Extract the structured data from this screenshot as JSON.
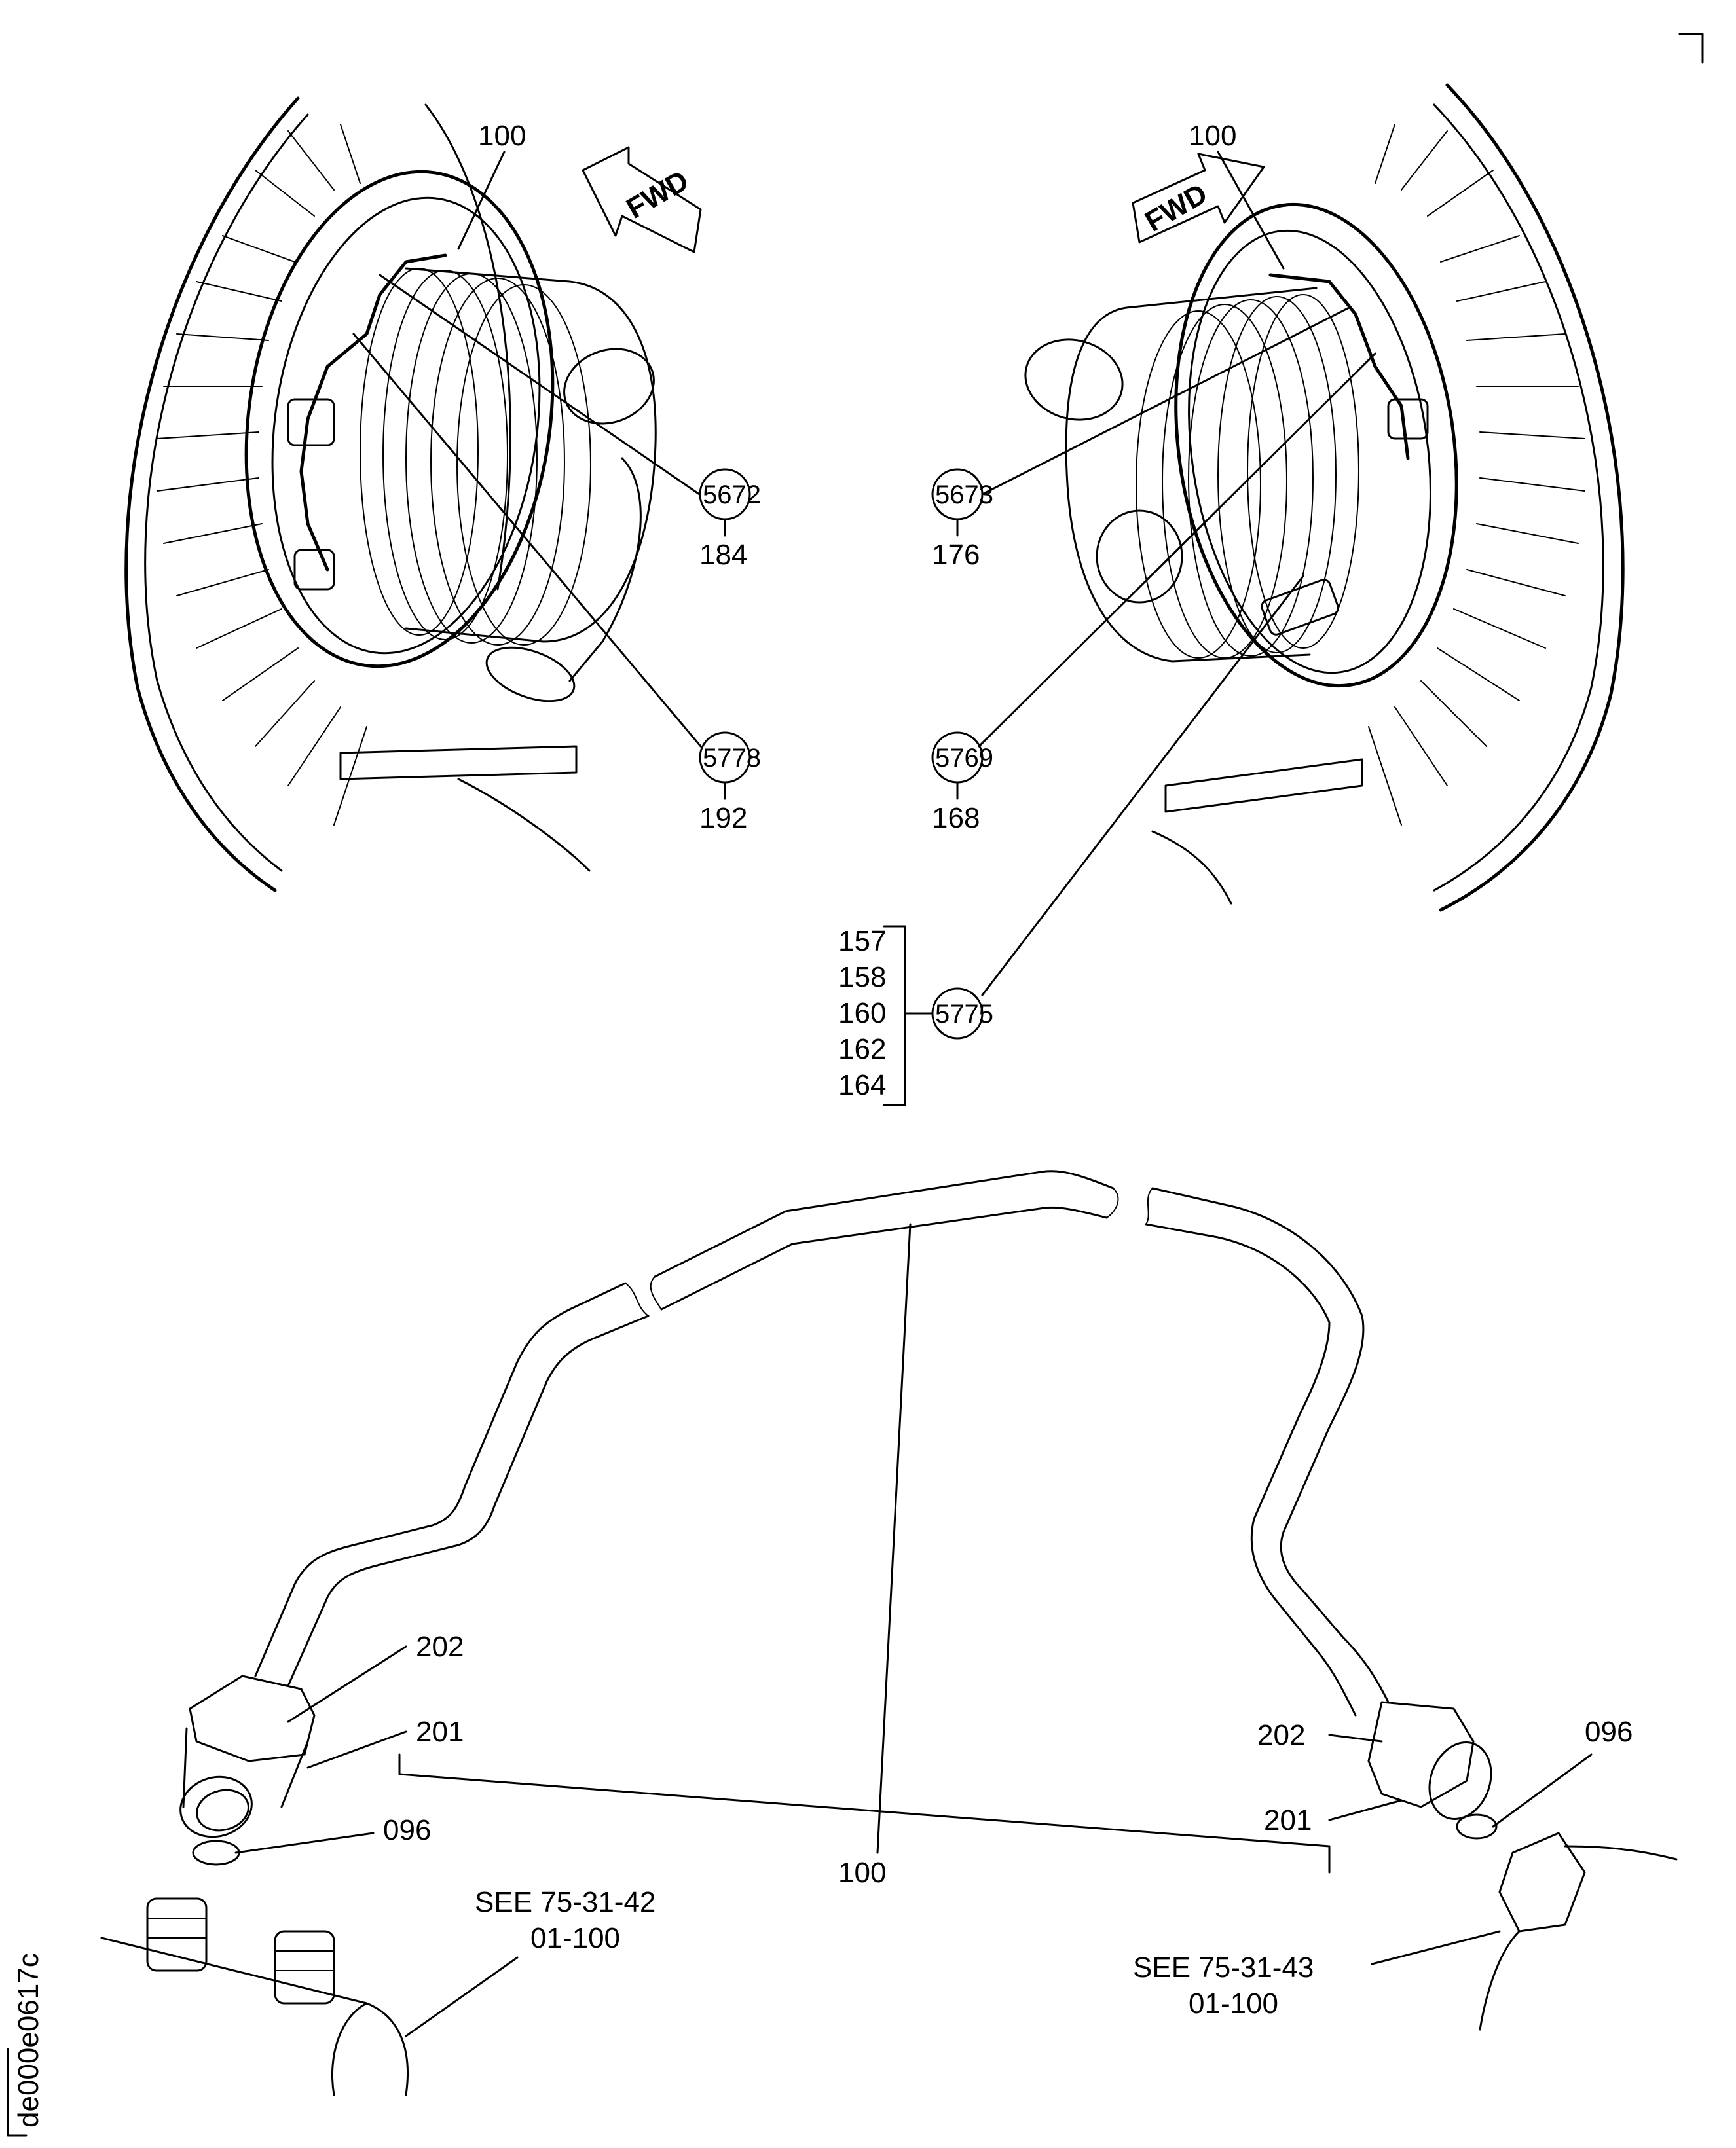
{
  "callouts_left": {
    "item": "100",
    "fig_a": "5672",
    "item_a": "184",
    "fig_b": "5778",
    "item_b": "192"
  },
  "callouts_right": {
    "item": "100",
    "fig_a": "5673",
    "item_a": "176",
    "fig_b": "5769",
    "item_b": "168"
  },
  "bracket_group": {
    "fig": "5775",
    "items": [
      "157",
      "158",
      "160",
      "162",
      "164"
    ]
  },
  "fwd_label": "FWD",
  "tube": {
    "item_main": "100",
    "left_nut": "201",
    "left_sleeve": "202",
    "left_packing": "096",
    "right_nut": "201",
    "right_sleeve": "202",
    "right_packing": "096"
  },
  "see_left": {
    "line1": "SEE 75-31-42",
    "line2": "01-100"
  },
  "see_right": {
    "line1": "SEE 75-31-43",
    "line2": "01-100"
  },
  "drawing_id": "de000e0617c"
}
